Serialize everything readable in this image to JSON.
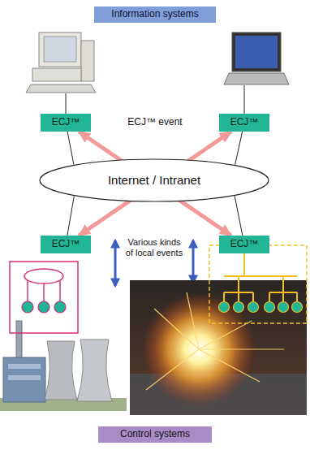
{
  "diagram": {
    "nodes": [
      {
        "text": [
          "Information systems"
        ]
      },
      {
        "text": [
          "ECJ™"
        ]
      },
      {
        "text": [
          "ECJ™"
        ]
      },
      {
        "text": [
          "Internet / Intranet"
        ]
      },
      {
        "text": [
          "ECJ™"
        ]
      },
      {
        "text": [
          "ECJ™"
        ]
      },
      {
        "text": [
          "Control systems"
        ]
      }
    ],
    "edges": [
      {
        "from": 1,
        "to": 3,
        "arrow": "none"
      },
      {
        "from": 2,
        "to": 3,
        "arrow": "none"
      },
      {
        "from": 4,
        "to": 3,
        "arrow": "none"
      },
      {
        "from": 5,
        "to": 3,
        "arrow": "none"
      },
      {
        "from": 4,
        "to": 2,
        "arrow": "both"
      },
      {
        "from": 5,
        "to": 1,
        "arrow": "both"
      }
    ],
    "labels": [
      "ECJ™ event",
      "Various kinds of local events"
    ]
  }
}
